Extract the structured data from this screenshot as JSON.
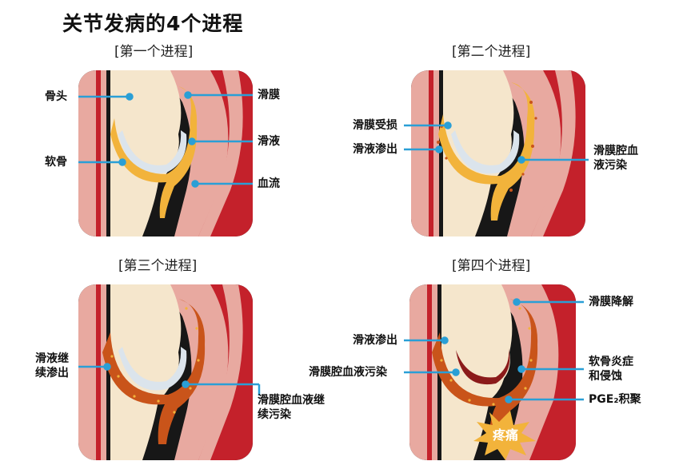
{
  "title": "关节发病的4个进程",
  "stages": [
    {
      "heading": "[第一个进程]",
      "labels": {
        "head": "骨头",
        "cartilage": "软骨",
        "membrane": "滑膜",
        "fluid": "滑液",
        "blood": "血流"
      }
    },
    {
      "heading": "[第二个进程]",
      "labels": {
        "damaged": "滑膜受损",
        "seep": "滑液渗出",
        "cavity_line1": "滑膜腔血",
        "cavity_line2": "液污染"
      }
    },
    {
      "heading": "[第三个进程]",
      "labels": {
        "seep_line1": "滑液继",
        "seep_line2": "续渗出",
        "cavity_line1": "滑膜腔血液继",
        "cavity_line2": "续污染"
      }
    },
    {
      "heading": "[第四个进程]",
      "labels": {
        "degrade": "滑膜降解",
        "seep": "滑液渗出",
        "cavity": "滑膜腔血液污染",
        "inflam_line1": "软骨炎症",
        "inflam_line2": "和侵蚀",
        "pge2": "PGE₂积聚",
        "pain": "疼痛"
      }
    }
  ],
  "colors": {
    "leader_line": "#2a9fd6",
    "background_tissue": "#171717",
    "muscle": "#c4212b",
    "soft_tissue": "#e8a9a0",
    "bone": "#f5e6cc",
    "cartilage": "#dbe4ec",
    "synovium": "#f2b33b",
    "contaminated": "#c9541a",
    "pain_burst": "#f2b33b"
  }
}
